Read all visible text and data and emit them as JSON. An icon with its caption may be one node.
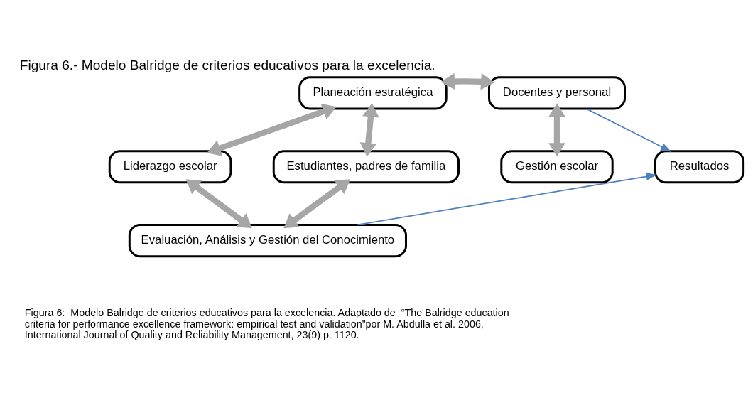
{
  "diagram": {
    "title": "Figura 6.- Modelo Balridge de criterios educativos para la excelencia.",
    "caption": "Figura 6:  Modelo Balridge de criterios educativos para la excelencia. Adaptado de  “The Balridge education criteria for performance excellence framework: empirical test and validation”por M. Abdulla et al. 2006, International Journal of Quality and Reliability Management, 23(9) p. 1120.",
    "nodes": [
      {
        "text": [
          "Planeación estratégica"
        ]
      },
      {
        "text": [
          "Docentes y personal"
        ]
      },
      {
        "text": [
          "Liderazgo escolar"
        ]
      },
      {
        "text": [
          "Estudiantes, padres de familia"
        ]
      },
      {
        "text": [
          "Gestión escolar"
        ]
      },
      {
        "text": [
          "Resultados"
        ]
      },
      {
        "text": [
          "Evaluación, Análisis y Gestión del Conocimiento"
        ]
      }
    ],
    "edges": [
      {
        "from": 2,
        "to": 0,
        "arrow": "both"
      },
      {
        "from": 0,
        "to": 3,
        "arrow": "both"
      },
      {
        "from": 0,
        "to": 1,
        "arrow": "both"
      },
      {
        "from": 1,
        "to": 4,
        "arrow": "both"
      },
      {
        "from": 2,
        "to": 6,
        "arrow": "both"
      },
      {
        "from": 3,
        "to": 6,
        "arrow": "both"
      },
      {
        "from": 1,
        "to": 5,
        "arrow": "to",
        "color": "#4f81bd"
      },
      {
        "from": 6,
        "to": 5,
        "arrow": "to",
        "color": "#4f81bd"
      }
    ]
  }
}
